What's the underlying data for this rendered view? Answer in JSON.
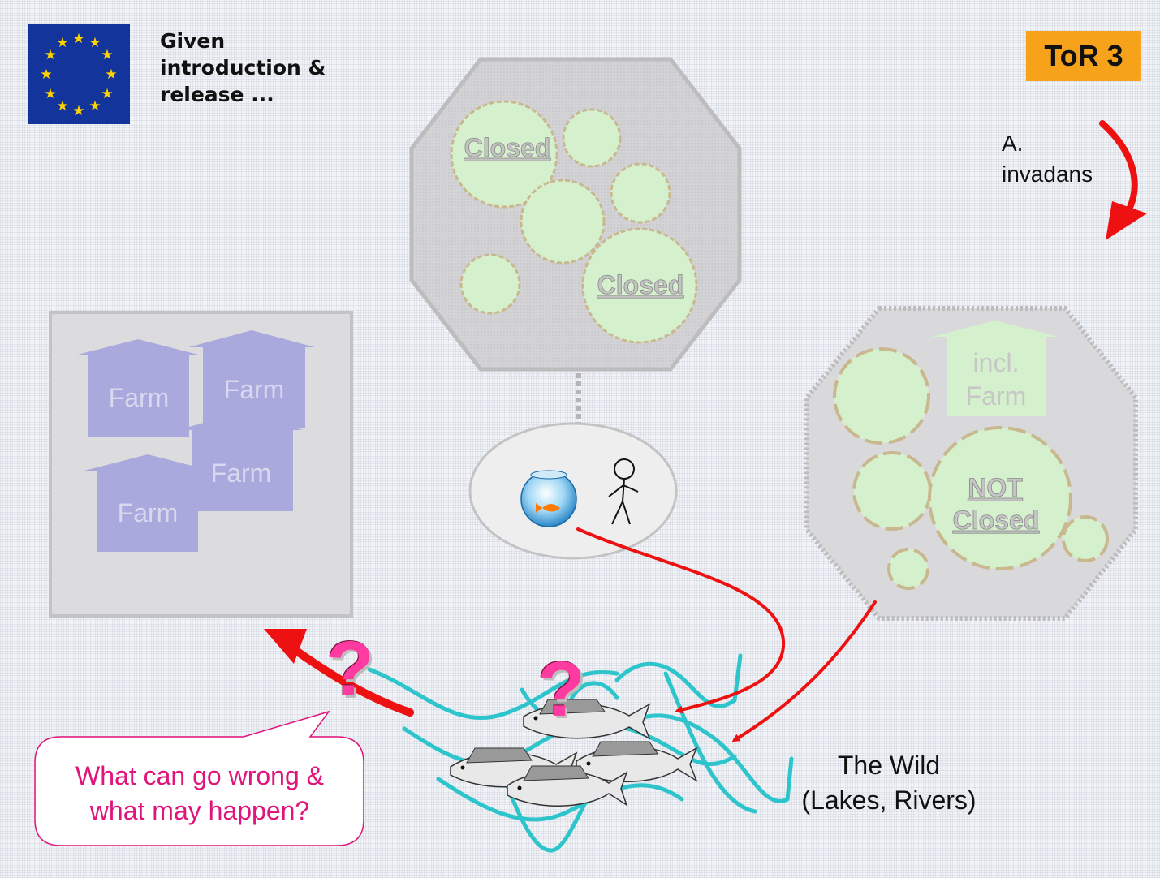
{
  "header": {
    "line1": "Given",
    "line2": "introduction &",
    "line3": "release ..."
  },
  "badge": {
    "label": "ToR 3"
  },
  "species": {
    "line1": "A.",
    "line2": "invadans"
  },
  "farms": {
    "labels": [
      "Farm",
      "Farm",
      "Farm",
      "Farm"
    ]
  },
  "closed_facility": {
    "labels": [
      "Closed",
      "Closed"
    ]
  },
  "open_facility": {
    "top_line1": "incl.",
    "top_line2": "Farm",
    "center_line1": "NOT",
    "center_line2": "Closed"
  },
  "wild": {
    "line1": "The Wild",
    "line2": "(Lakes, Rivers)"
  },
  "callout": {
    "line1": "What can go wrong &",
    "line2": "what may happen?"
  },
  "question_marks": [
    "?",
    "?"
  ],
  "colors": {
    "arrow": "#ee1111",
    "badge": "#f7a21b",
    "question": "#e0147a",
    "water": "#2ec4cc",
    "farm": "#a7a7dc",
    "pond": "#d5f0cc",
    "pond_border": "#c9b88e"
  },
  "icons": [
    "eu-flag-icon",
    "fishbowl-icon",
    "stick-figure-icon",
    "fish-icon"
  ]
}
